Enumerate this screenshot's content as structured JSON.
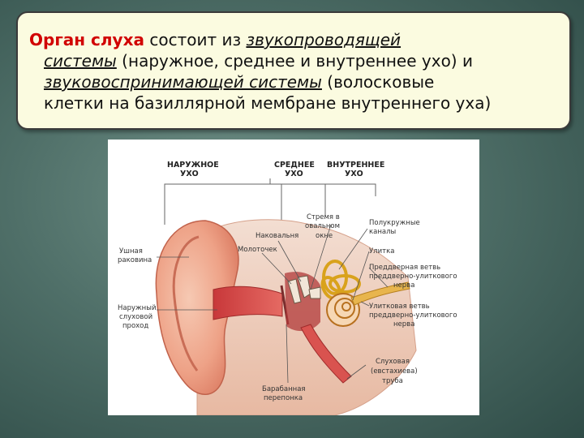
{
  "text_block": {
    "title": "Орган слуха",
    "line1_rest": " состоит из ",
    "line1_underlined": "звукопроводящей",
    "line2_underlined": "системы",
    "line2_rest": " (наружное, среднее и внутреннее ухо) и",
    "line3_underlined": "звуковоспринимающей системы",
    "line3_rest": " (волосковые",
    "line4": "клетки на базиллярной мембране внутреннего уха)"
  },
  "figure": {
    "headers": {
      "outer_1": "НАРУЖНОЕ",
      "outer_2": "УХО",
      "middle_1": "СРЕДНЕЕ",
      "middle_2": "УХО",
      "inner_1": "ВНУТРЕННЕЕ",
      "inner_2": "УХО"
    },
    "labels": {
      "pinna_1": "Ушная",
      "pinna_2": "раковина",
      "canal_1": "Наружный",
      "canal_2": "слуховой",
      "canal_3": "проход",
      "stapes_1": "Стремя в",
      "stapes_2": "овальном",
      "stapes_3": "окне",
      "incus": "Наковальня",
      "malleus": "Молоточек",
      "canals_1": "Полукружные",
      "canals_2": "каналы",
      "cochlea": "Улитка",
      "vest_nerve_1": "Преддверная ветвь",
      "vest_nerve_2": "преддверно-улиткового",
      "vest_nerve_3": "нерва",
      "coch_nerve_1": "Улитковая ветвь",
      "coch_nerve_2": "преддверно-улиткового",
      "coch_nerve_3": "нерва",
      "tube_1": "Слуховая",
      "tube_2": "(евстахиева)",
      "tube_3": "труба",
      "drum_1": "Барабанная",
      "drum_2": "перепонка"
    }
  }
}
